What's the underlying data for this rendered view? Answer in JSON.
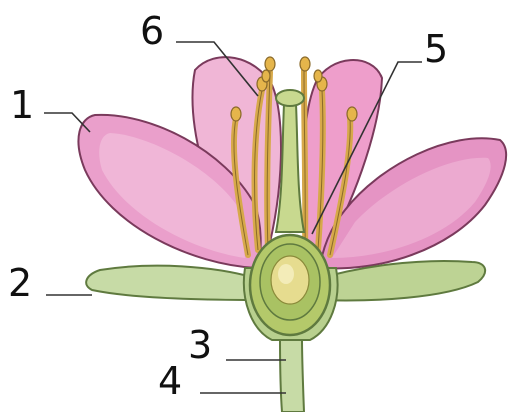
{
  "labels": {
    "l1": "1",
    "l2": "2",
    "l3": "3",
    "l4": "4",
    "l5": "5",
    "l6": "6"
  },
  "colors": {
    "petal_fill": "#e9a3cc",
    "petal_light": "#f4c6df",
    "petal_outline": "#7a3a5c",
    "sepal_fill": "#c7dba6",
    "sepal_outline": "#5f7a3f",
    "pistil_fill": "#c8d98f",
    "ovary_inner": "#b4c96a",
    "ovule": "#e6dc8f",
    "stamen": "#d7a94a",
    "anther": "#e5b54b",
    "leader_line": "#333333"
  }
}
